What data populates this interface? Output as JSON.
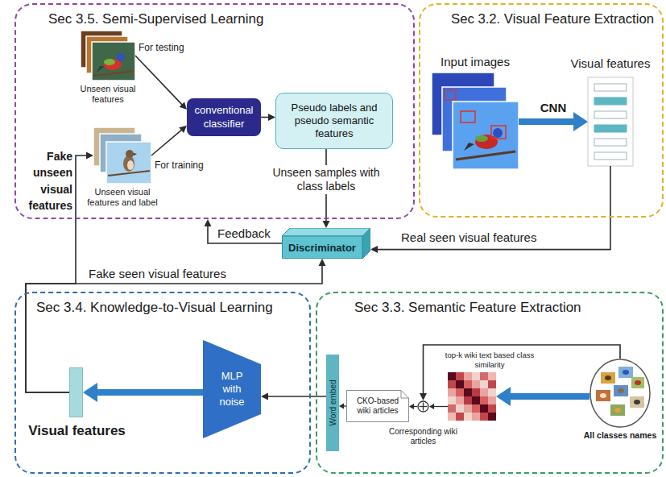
{
  "diagram": {
    "nodes": [
      {
        "text": [
          "Sec 3.5. Semi-Supervised Learning"
        ]
      },
      {
        "text": [
          "Unseen visual features"
        ],
        "in": 0
      },
      {
        "text": [
          "conventional classifier"
        ],
        "in": 0
      },
      {
        "text": [
          "Pseudo labels and pseudo semantic features"
        ],
        "in": 0
      },
      {
        "text": [
          "Unseen visual features and label"
        ],
        "in": 0
      },
      {
        "text": [
          "Sec 3.2. Visual Feature Extraction"
        ]
      },
      {
        "text": [
          "Input images"
        ],
        "in": 5
      },
      {
        "text": [
          "Visual features"
        ],
        "in": 5
      },
      {
        "text": [
          "Discriminator"
        ]
      },
      {
        "text": [
          "Sec 3.4. Knowledge-to-Visual Learning"
        ]
      },
      {
        "text": [
          "Visual features"
        ],
        "in": 9
      },
      {
        "text": [
          "MLP with noise"
        ],
        "in": 9
      },
      {
        "text": [
          "Sec 3.3. Semantic Feature Extraction"
        ]
      },
      {
        "text": [
          "Word embed"
        ],
        "in": 12
      },
      {
        "text": [
          "CKO-based wiki articles"
        ],
        "in": 12
      },
      {
        "text": [
          "Corresponding wiki articles"
        ],
        "in": 12
      },
      {
        "text": [
          "top-k wiki text based class similarity"
        ],
        "in": 12
      },
      {
        "text": [
          "All classes names"
        ],
        "in": 12
      }
    ],
    "edges": [
      {
        "from": 1,
        "to": 2,
        "label": "For testing",
        "arrow": "to"
      },
      {
        "from": 4,
        "to": 2,
        "label": "For training",
        "arrow": "to"
      },
      {
        "from": 2,
        "to": 3,
        "arrow": "to"
      },
      {
        "from": 3,
        "to": 8,
        "label": "Unseen samples with class labels",
        "arrow": "to"
      },
      {
        "from": 6,
        "to": 7,
        "label": "CNN",
        "arrow": "to"
      },
      {
        "from": 7,
        "to": 8,
        "label": "Real seen visual features",
        "arrow": "to"
      },
      {
        "from": 8,
        "to": 0,
        "label": "Feedback",
        "arrow": "to"
      },
      {
        "from": 10,
        "to": 8,
        "label": "Fake seen visual features",
        "arrow": "to"
      },
      {
        "from": 10,
        "to": 4,
        "label": "Fake unseen visual features",
        "arrow": "to"
      },
      {
        "from": 11,
        "to": 10,
        "arrow": "to"
      },
      {
        "from": 13,
        "to": 11,
        "arrow": "to"
      },
      {
        "from": 14,
        "to": 13,
        "arrow": "to"
      },
      {
        "from": 15,
        "to": 14,
        "arrow": "to"
      },
      {
        "from": 16,
        "to": 15,
        "arrow": "to"
      },
      {
        "from": 17,
        "to": 16,
        "arrow": "to"
      },
      {
        "from": 17,
        "to": 15,
        "arrow": "to"
      }
    ]
  }
}
